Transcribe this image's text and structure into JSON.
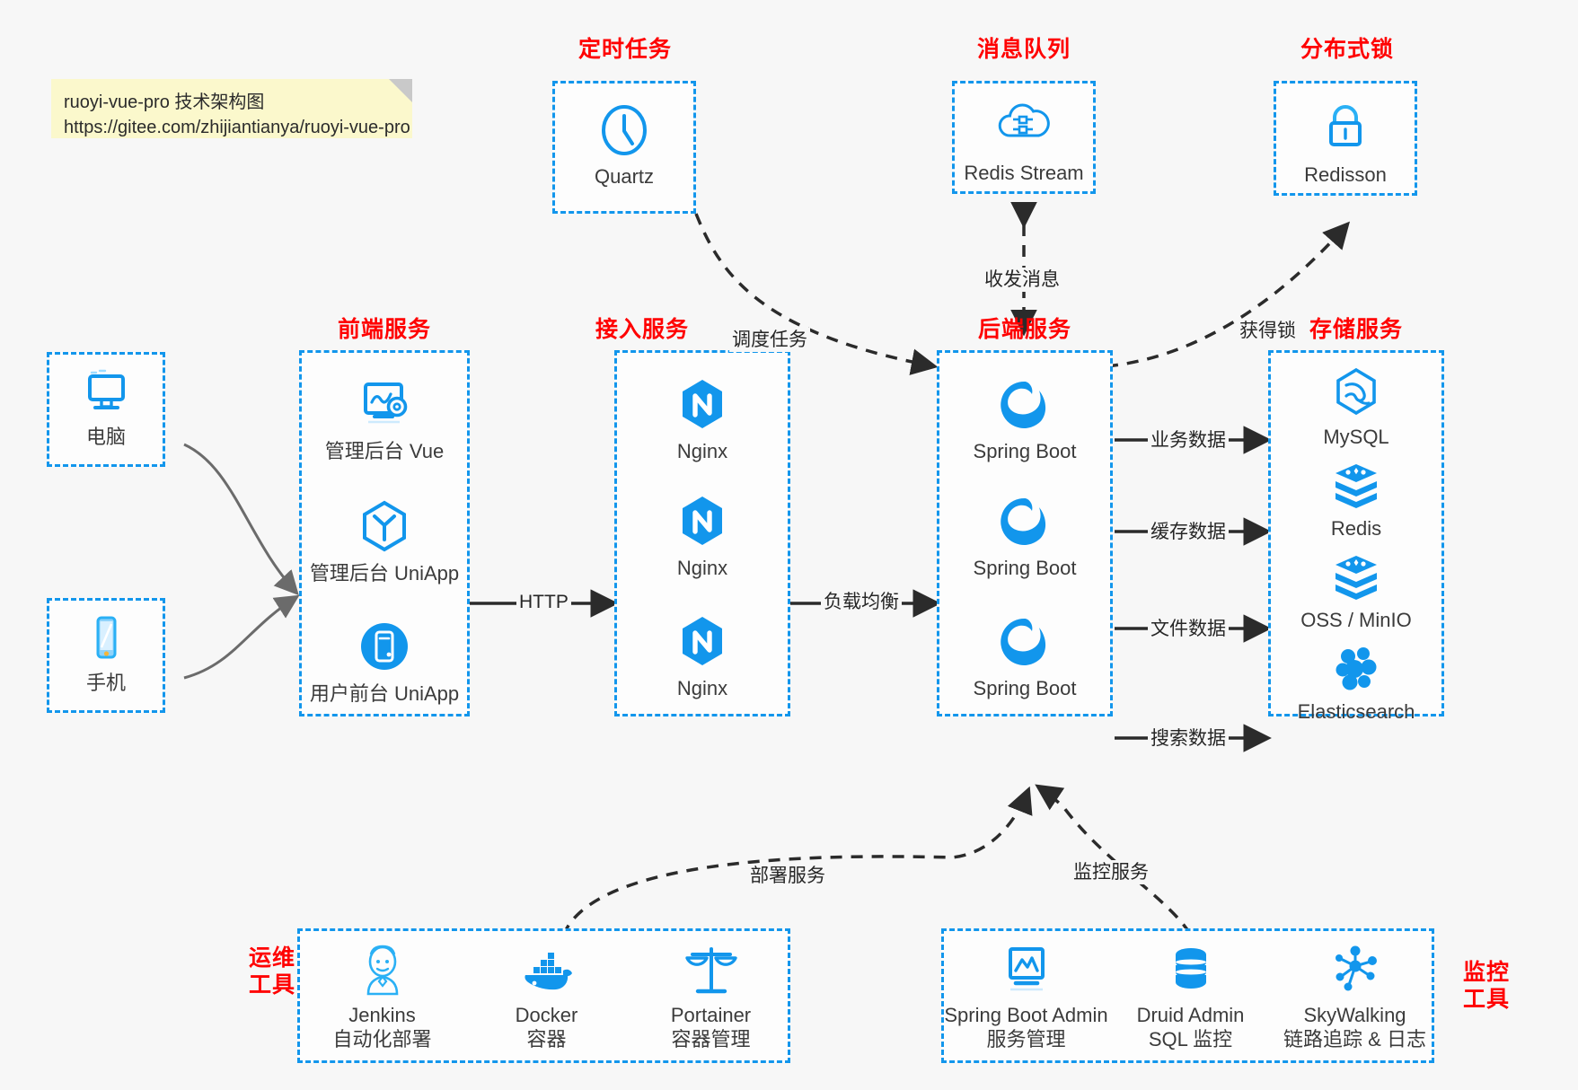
{
  "note": {
    "line1": "ruoyi-vue-pro 技术架构图",
    "line2": "https://gitee.com/zhijiantianya/ruoyi-vue-pro"
  },
  "captions": {
    "scheduled": "定时任务",
    "mq": "消息队列",
    "lock": "分布式锁",
    "frontend": "前端服务",
    "gateway": "接入服务",
    "backend": "后端服务",
    "storage": "存储服务",
    "devops_line1": "运维",
    "devops_line2": "工具",
    "monitor_line1": "监控",
    "monitor_line2": "工具"
  },
  "groups": {
    "scheduled": {
      "nodes": [
        {
          "label": "Quartz",
          "icon": "clock-icon"
        }
      ]
    },
    "mq": {
      "nodes": [
        {
          "label": "Redis Stream",
          "icon": "cloud-node-icon"
        }
      ]
    },
    "lock": {
      "nodes": [
        {
          "label": "Redisson",
          "icon": "lock-icon"
        }
      ]
    },
    "clients": {
      "nodes": [
        {
          "label": "电脑",
          "icon": "desktop-icon"
        },
        {
          "label": "手机",
          "icon": "mobile-icon"
        }
      ]
    },
    "frontend": {
      "nodes": [
        {
          "label": "管理后台 Vue",
          "icon": "dashboard-gear-icon"
        },
        {
          "label": "管理后台 UniApp",
          "icon": "hexagon-cube-icon"
        },
        {
          "label": "用户前台 UniApp",
          "icon": "mobile-circle-icon"
        }
      ]
    },
    "gateway": {
      "nodes": [
        {
          "label": "Nginx",
          "icon": "nginx-icon"
        },
        {
          "label": "Nginx",
          "icon": "nginx-icon"
        },
        {
          "label": "Nginx",
          "icon": "nginx-icon"
        }
      ]
    },
    "backend": {
      "nodes": [
        {
          "label": "Spring Boot",
          "icon": "spring-icon"
        },
        {
          "label": "Spring Boot",
          "icon": "spring-icon"
        },
        {
          "label": "Spring Boot",
          "icon": "spring-icon"
        }
      ]
    },
    "storage": {
      "nodes": [
        {
          "label": "MySQL",
          "icon": "mysql-icon"
        },
        {
          "label": "Redis",
          "icon": "redis-icon"
        },
        {
          "label": "OSS / MinIO",
          "icon": "redis-icon"
        },
        {
          "label": "Elasticsearch",
          "icon": "elasticsearch-icon"
        }
      ]
    },
    "devops": {
      "nodes": [
        {
          "label": "Jenkins",
          "sub": "自动化部署",
          "icon": "jenkins-icon"
        },
        {
          "label": "Docker",
          "sub": "容器",
          "icon": "docker-icon"
        },
        {
          "label": "Portainer",
          "sub": "容器管理",
          "icon": "scales-icon"
        }
      ]
    },
    "monitor": {
      "nodes": [
        {
          "label": "Spring Boot Admin",
          "sub": "服务管理",
          "icon": "monitor-chart-icon"
        },
        {
          "label": "Druid Admin",
          "sub": "SQL 监控",
          "icon": "database-icon"
        },
        {
          "label": "SkyWalking",
          "sub": "链路追踪 & 日志",
          "icon": "skywalking-icon"
        }
      ]
    }
  },
  "edges": {
    "http": "HTTP",
    "load_balance": "负载均衡",
    "schedule_task": "调度任务",
    "send_receive_message": "收发消息",
    "acquire_lock": "获得锁",
    "business_data": "业务数据",
    "cache_data": "缓存数据",
    "file_data": "文件数据",
    "search_data": "搜索数据",
    "deploy_service": "部署服务",
    "monitor_service": "监控服务"
  },
  "colors": {
    "accent": "#1296ec",
    "caption": "#ff0000",
    "background": "#f7f7f7",
    "note": "#fbf8cc",
    "arrow": "#2b2b2b",
    "client_arrow": "#6b6b6b"
  }
}
